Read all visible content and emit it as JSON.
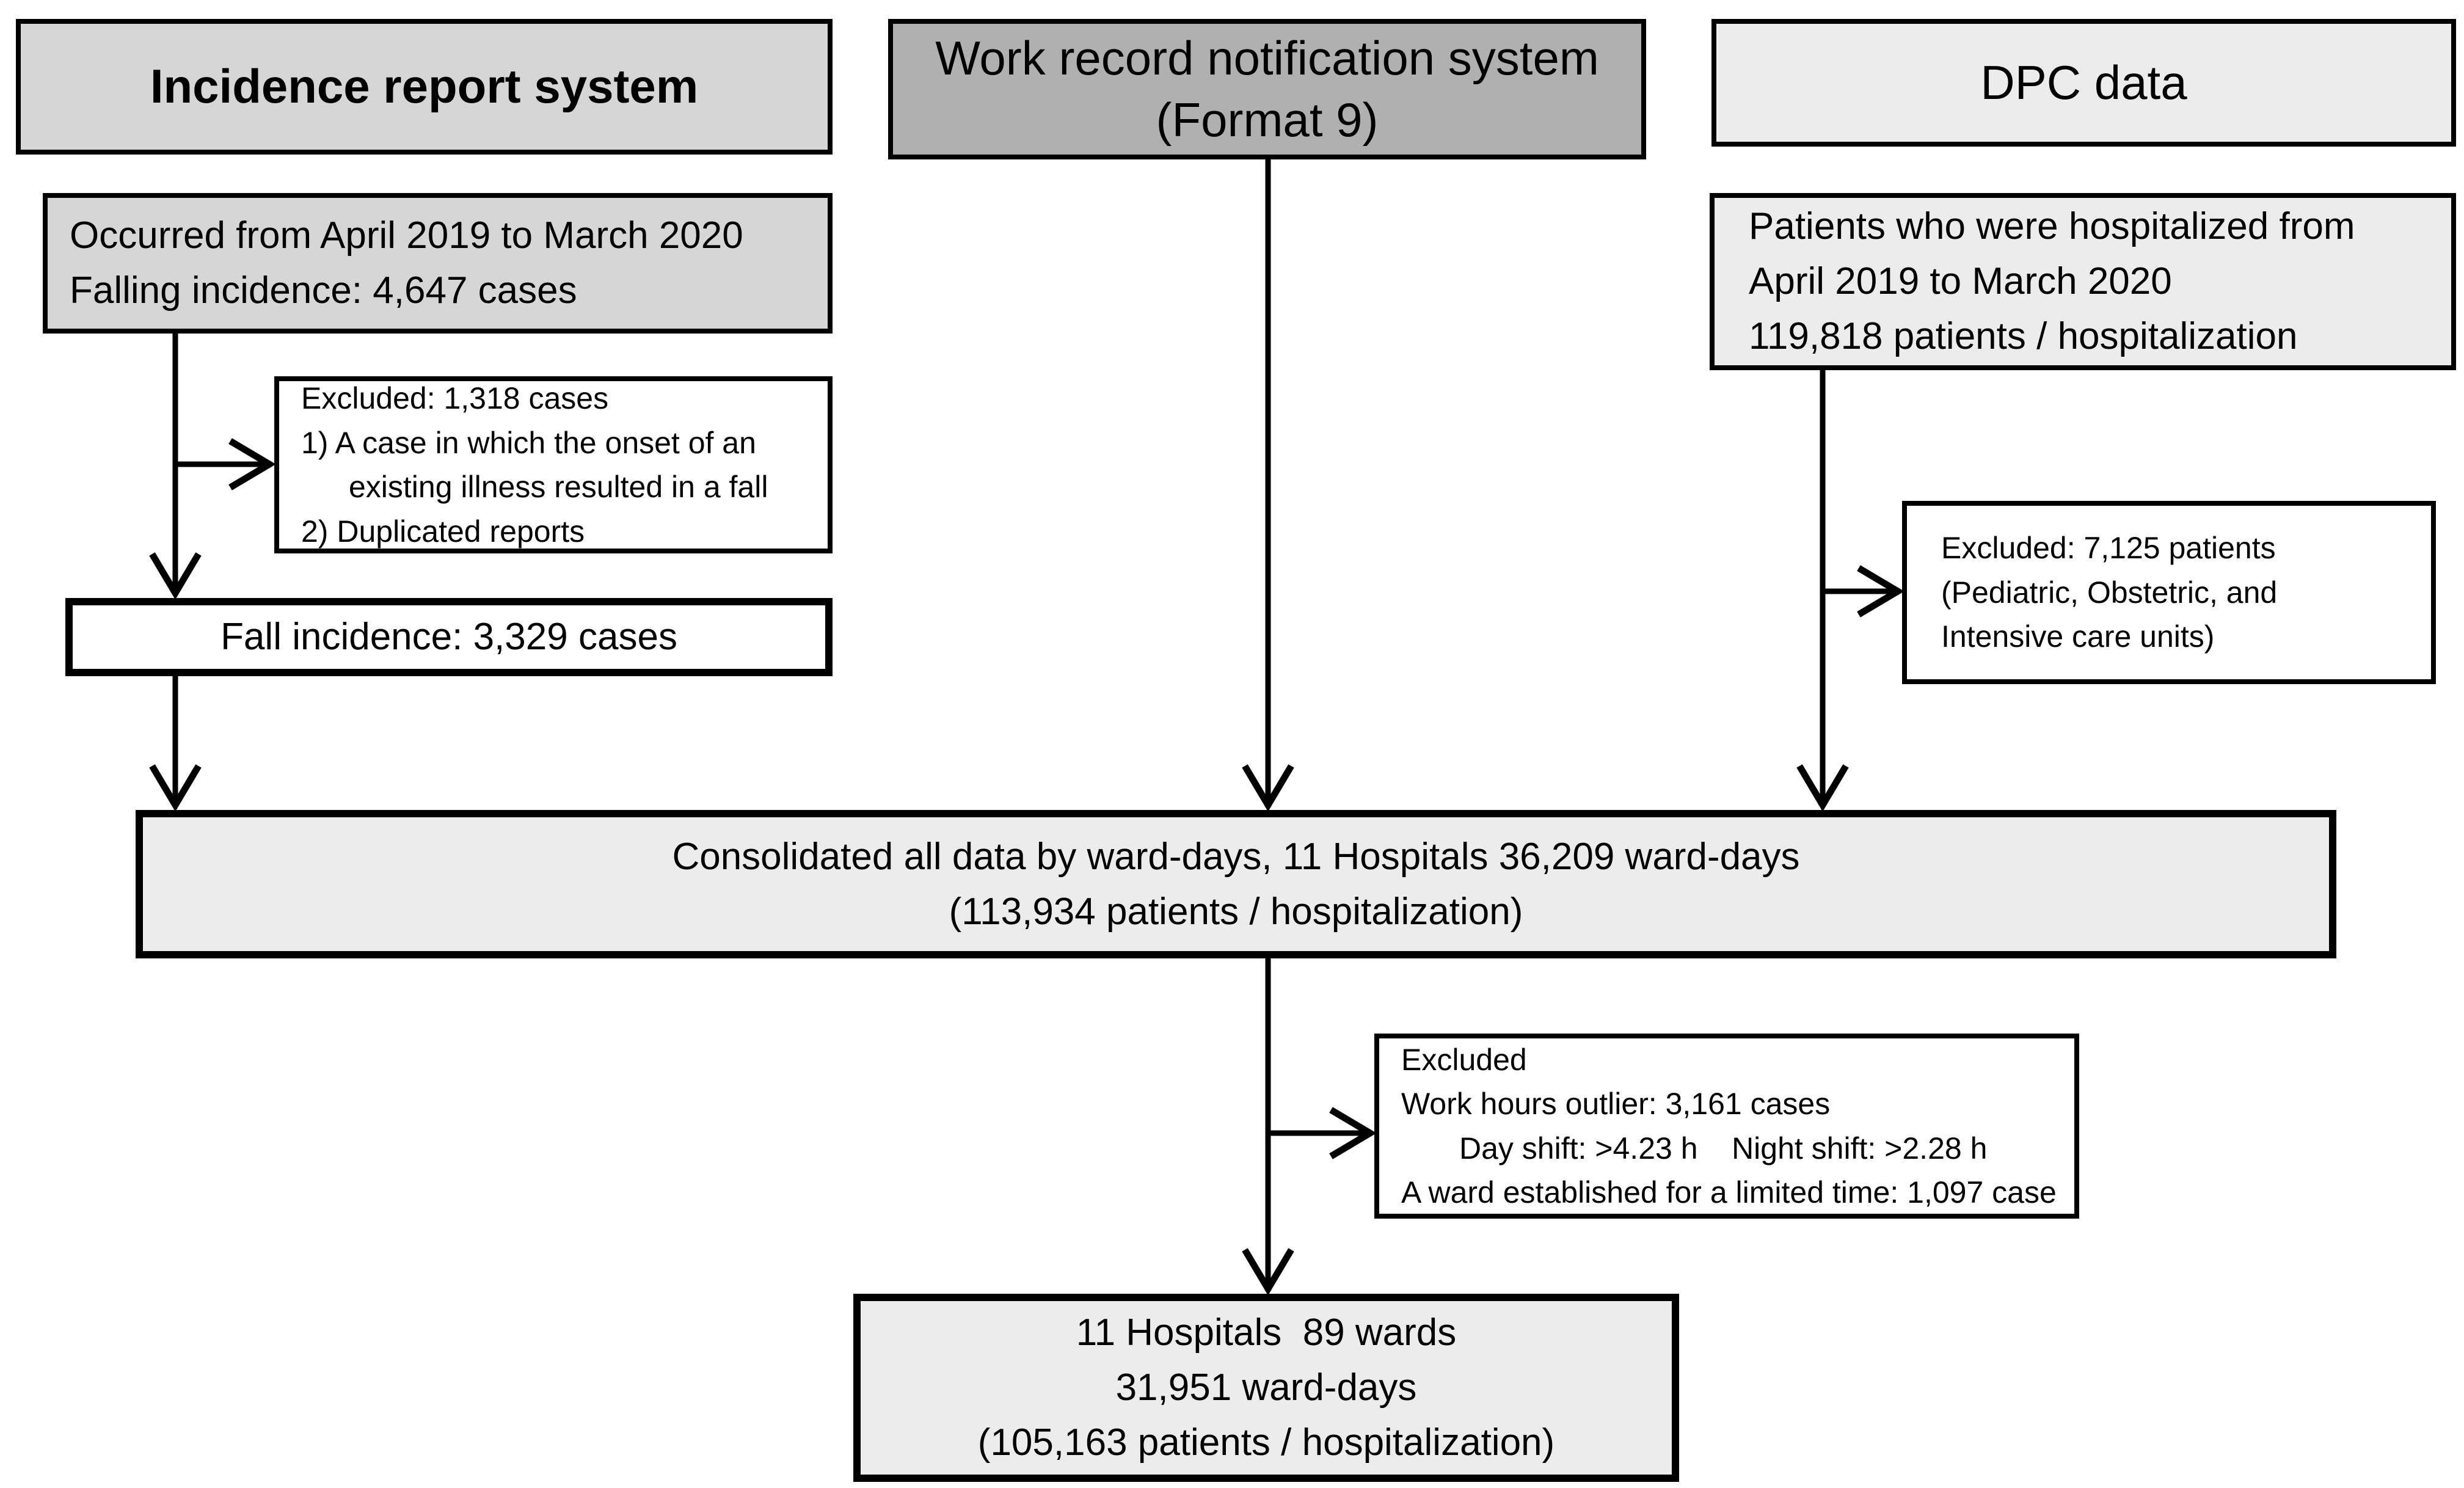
{
  "diagram": {
    "headers": {
      "incidence": "Incidence report system",
      "work_line1": "Work record notification system",
      "work_line2": "(Format 9)",
      "dpc": "DPC data"
    },
    "boxes": {
      "occurred": {
        "line1": "Occurred from April 2019 to March 2020",
        "line2": "Falling incidence: 4,647 cases"
      },
      "excluded_left": {
        "line1": "Excluded: 1,318 cases",
        "line2": "1) A case in which the onset of an",
        "line3": "existing illness resulted in a fall",
        "line4": "2) Duplicated reports"
      },
      "fall": {
        "line1": "Fall incidence: 3,329 cases"
      },
      "patients": {
        "line1": "Patients who were hospitalized from",
        "line2": "April 2019 to March 2020",
        "line3": "119,818 patients / hospitalization"
      },
      "excluded_right": {
        "line1": "Excluded: 7,125 patients",
        "line2": "(Pediatric, Obstetric, and",
        "line3": "Intensive care units)"
      },
      "consolidated": {
        "line1": "Consolidated all data by ward-days, 11 Hospitals 36,209 ward-days",
        "line2": "(113,934 patients / hospitalization)"
      },
      "excluded_mid": {
        "line1": "Excluded",
        "line2": "Work hours outlier: 3,161 cases",
        "line3": "Day shift: >4.23 h    Night shift: >2.28 h",
        "line4": "A ward established for a limited time: 1,097 case"
      },
      "final": {
        "line1": "11 Hospitals  89 wards",
        "line2": "31,951 ward-days",
        "line3": "(105,163 patients / hospitalization)"
      }
    },
    "colors": {
      "box_dark": "#b0b0b0",
      "box_light": "#d6d6d6",
      "box_lighter": "#ececec",
      "box_white": "#ffffff",
      "line": "#000000"
    }
  }
}
